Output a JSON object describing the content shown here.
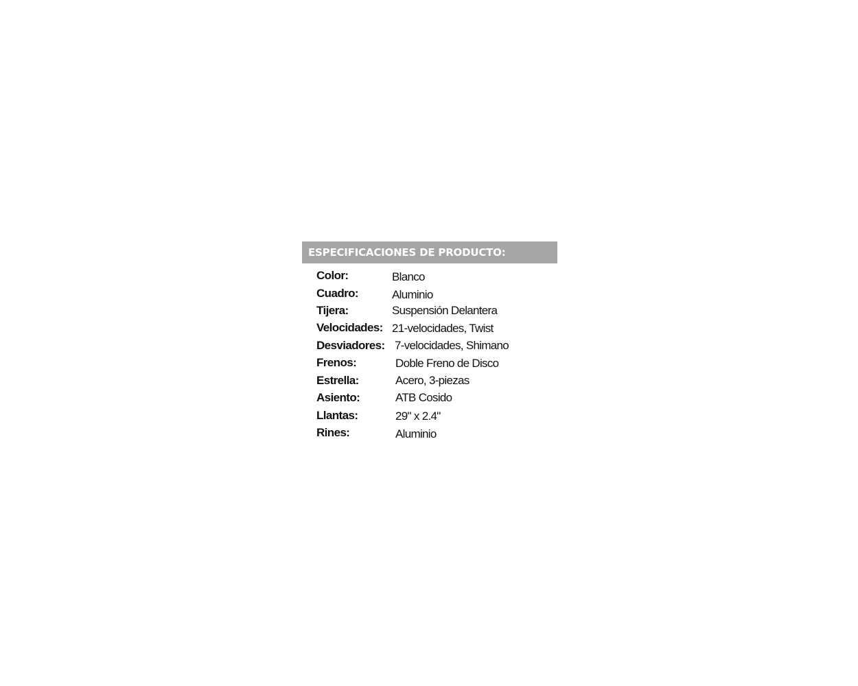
{
  "spec_sheet": {
    "header": "ESPECIFICACIONES DE PRODUCTO:",
    "rows": [
      {
        "label": "Color:",
        "value": "Blanco"
      },
      {
        "label": "Cuadro:",
        "value": "Aluminio"
      },
      {
        "label": "Tijera:",
        "value": "Suspensión Delantera"
      },
      {
        "label": "Velocidades:",
        "value": "21-velocidades, Twist"
      },
      {
        "label": "Desviadores:",
        "value": "7-velocidades, Shimano"
      },
      {
        "label": "Frenos:",
        "value": "Doble Freno de Disco"
      },
      {
        "label": "Estrella:",
        "value": "Acero, 3-piezas"
      },
      {
        "label": "Asiento:",
        "value": "ATB Cosido"
      },
      {
        "label": "Llantas:",
        "value": "29\" x 2.4\""
      },
      {
        "label": "Rines:",
        "value": "Aluminio"
      }
    ]
  },
  "colors": {
    "header_background": "#a6a5a5",
    "header_text": "#ffffff",
    "body_text": "#111111"
  }
}
